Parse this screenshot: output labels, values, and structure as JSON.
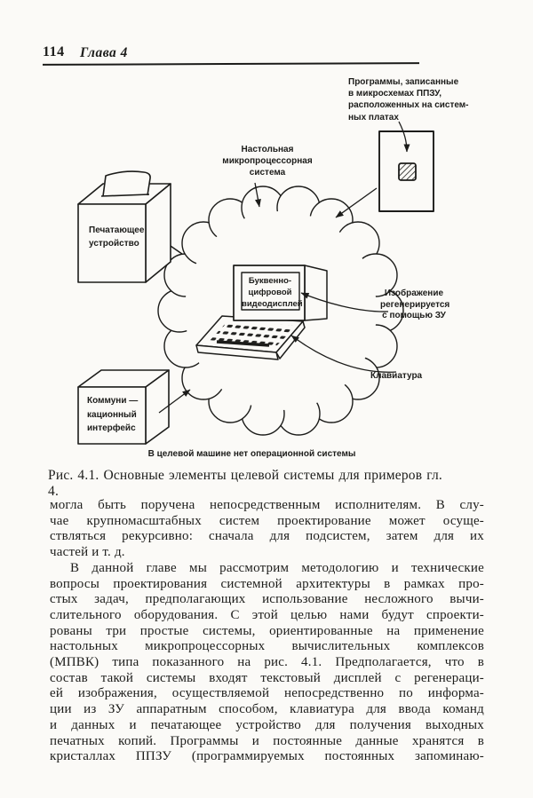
{
  "header": {
    "page_number": "114",
    "chapter": "Глава 4"
  },
  "figure": {
    "labels": {
      "rom_note": "Программы, записанные\nв микросхемах ППЗУ,\nрасположенных на систем-\nных платах",
      "desktop_system": "Настольная\nмикропроцессорная\nсистема",
      "printer": "Печатающее\nустройство",
      "display": "Буквенно-\nцифровой\nвидеодисплей",
      "image_regen": "Изображение\nрегенерируется\nс помощью ЗУ",
      "keyboard": "Клавиатура",
      "comm_interface": "Коммуни —\nкационный\nинтерфейс",
      "no_os_note": "В целевой машине нет операционной системы"
    },
    "caption": "Рис. 4.1. Основные элементы целевой системы для примеров гл. 4."
  },
  "body": {
    "paragraphs": [
      {
        "indent": false,
        "lines": [
          "могла быть поручена непосредственным исполнителям. В слу-",
          "чае крупномасштабных систем проектирование может осуще-",
          "ствляться рекурсивно: сначала для подсистем, затем для их",
          "частей и т. д."
        ]
      },
      {
        "indent": true,
        "lines": [
          "В данной главе мы рассмотрим методологию и технические",
          "вопросы проектирования системной архитектуры в рамках про-",
          "стых задач, предполагающих использование несложного вычи-",
          "слительного оборудования. С этой целью нами будут спроекти-",
          "рованы три простые системы, ориентированные на применение",
          "настольных микропроцессорных вычислительных комплексов",
          "(МПВК) типа показанного на рис. 4.1. Предполагается, что в",
          "состав такой системы входят текстовый дисплей с регенераци-",
          "ей изображения, осуществляемой непосредственно по информа-",
          "ции из ЗУ аппаратным способом, клавиатура для ввода команд",
          "и данных и печатающее устройство для получения выходных",
          "печатных копий. Программы и постоянные данные хранятся в",
          "кристаллах ППЗУ (программируемых постоянных запоминаю-"
        ]
      }
    ]
  },
  "colors": {
    "paper": "#fbfaf7",
    "ink": "#1d1d1b"
  }
}
